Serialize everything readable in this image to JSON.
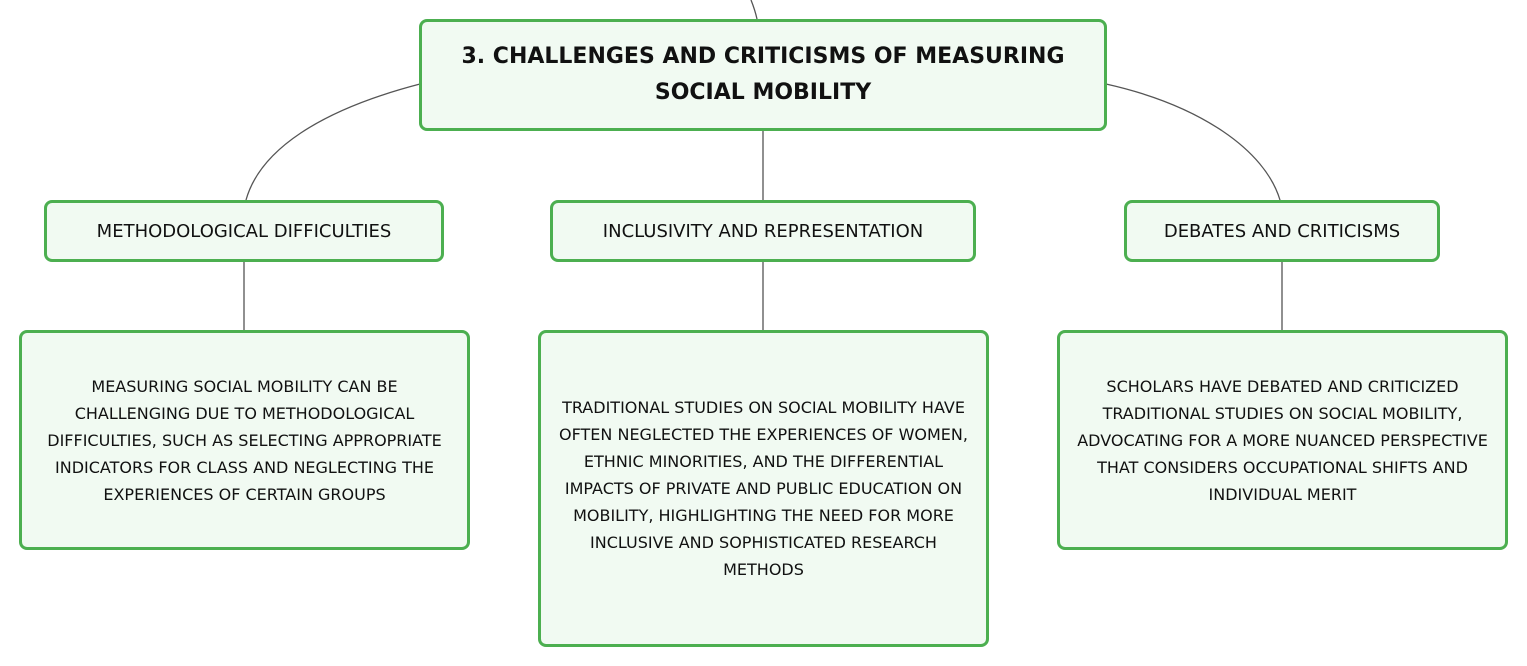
{
  "diagram": {
    "root": {
      "title": "3. CHALLENGES AND CRITICISMS OF MEASURING SOCIAL MOBILITY"
    },
    "branches": [
      {
        "title": "METHODOLOGICAL DIFFICULTIES",
        "detail": "MEASURING SOCIAL MOBILITY CAN BE CHALLENGING DUE TO METHODOLOGICAL DIFFICULTIES, SUCH AS SELECTING APPROPRIATE INDICATORS FOR CLASS AND NEGLECTING THE EXPERIENCES OF CERTAIN GROUPS"
      },
      {
        "title": "INCLUSIVITY AND REPRESENTATION",
        "detail": "TRADITIONAL STUDIES ON SOCIAL MOBILITY HAVE OFTEN NEGLECTED THE EXPERIENCES OF WOMEN, ETHNIC MINORITIES, AND THE DIFFERENTIAL IMPACTS OF PRIVATE AND PUBLIC EDUCATION ON MOBILITY, HIGHLIGHTING THE NEED FOR MORE INCLUSIVE AND SOPHISTICATED RESEARCH METHODS"
      },
      {
        "title": "DEBATES AND CRITICISMS",
        "detail": "SCHOLARS HAVE DEBATED AND CRITICIZED TRADITIONAL STUDIES ON SOCIAL MOBILITY, ADVOCATING FOR A MORE NUANCED PERSPECTIVE THAT CONSIDERS OCCUPATIONAL SHIFTS AND INDIVIDUAL MERIT"
      }
    ]
  },
  "colors": {
    "node_border": "#4caf50",
    "node_fill": "#f1faf2",
    "connector": "#555555",
    "text": "#111111"
  }
}
